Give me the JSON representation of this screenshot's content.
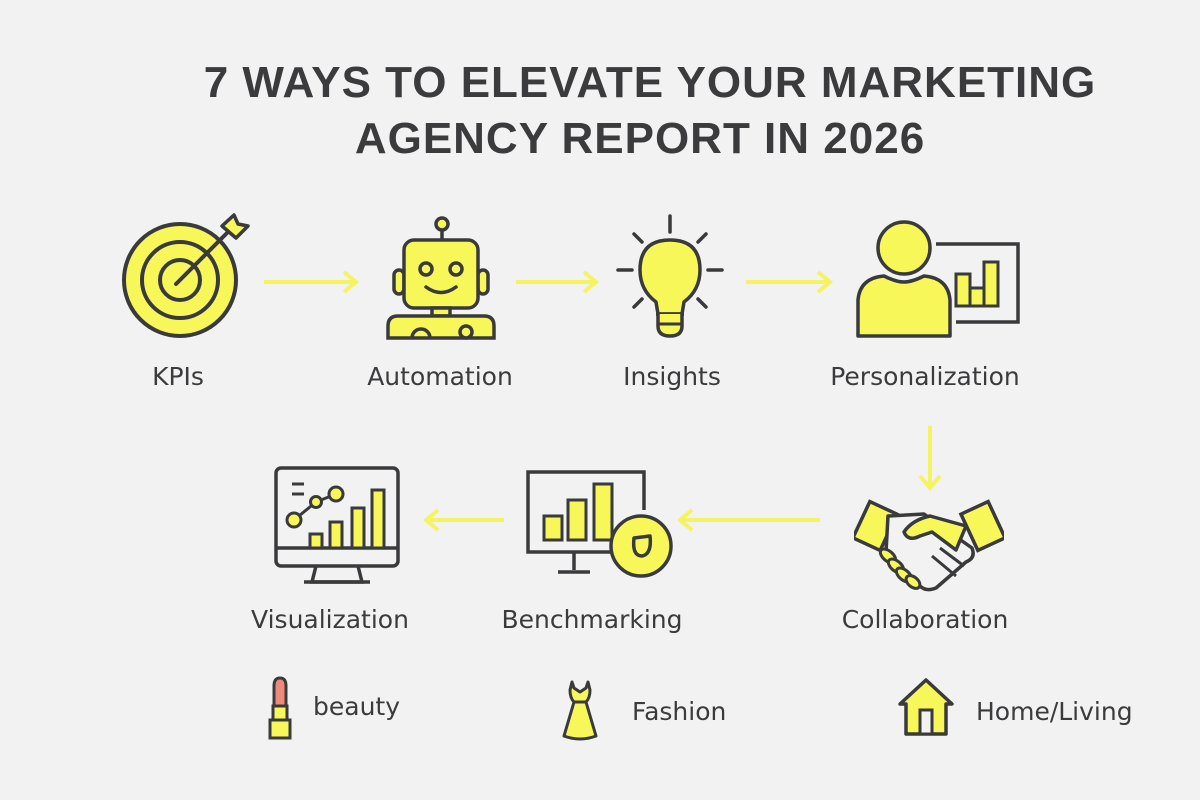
{
  "title": {
    "line1": "7 WAYS TO ELEVATE YOUR MARKETING",
    "line2": "AGENCY REPORT IN 2026"
  },
  "colors": {
    "background": "#f2f2f2",
    "accent_yellow": "#f7f75a",
    "outline": "#3a3a3c",
    "lipstick_tip": "#ef8a7a"
  },
  "steps": [
    {
      "order": 1,
      "label": "KPIs",
      "icon": "target-icon"
    },
    {
      "order": 2,
      "label": "Automation",
      "icon": "robot-icon"
    },
    {
      "order": 3,
      "label": "Insights",
      "icon": "lightbulb-icon"
    },
    {
      "order": 4,
      "label": "Personalization",
      "icon": "person-chart-icon"
    },
    {
      "order": 5,
      "label": "Collaboration",
      "icon": "handshake-icon"
    },
    {
      "order": 6,
      "label": "Benchmarking",
      "icon": "monitor-badge-icon"
    },
    {
      "order": 7,
      "label": "Visualization",
      "icon": "monitor-chart-icon"
    }
  ],
  "flow": [
    "KPIs",
    "Automation",
    "Insights",
    "Personalization",
    "Collaboration",
    "Benchmarking",
    "Visualization"
  ],
  "categories": [
    {
      "label": "beauty",
      "icon": "lipstick-icon"
    },
    {
      "label": "Fashion",
      "icon": "dress-icon"
    },
    {
      "label": "Home/Living",
      "icon": "house-icon"
    }
  ]
}
